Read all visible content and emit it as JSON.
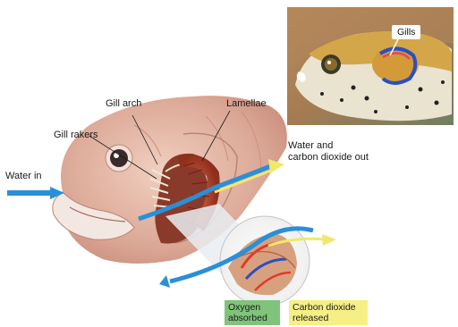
{
  "labels": {
    "gill_arch": "Gill arch",
    "lamellae": "Lamellae",
    "gill_rakers": "Gill rakers",
    "water_in": "Water in",
    "water_out_line1": "Water and",
    "water_out_line2": "carbon dioxide out",
    "gills": "Gills"
  },
  "key": {
    "oxygen_line1": "Oxygen",
    "oxygen_line2": "absorbed",
    "co2_line1": "Carbon dioxide",
    "co2_line2": "released"
  },
  "colors": {
    "water_arrow": "#2a8fd8",
    "co2_arrow": "#f0e86a",
    "oxygen_key": "#7fc47a",
    "co2_key": "#f6ef86",
    "gill_red": "#b5412a",
    "fish_skin": "#e3b7a5"
  }
}
